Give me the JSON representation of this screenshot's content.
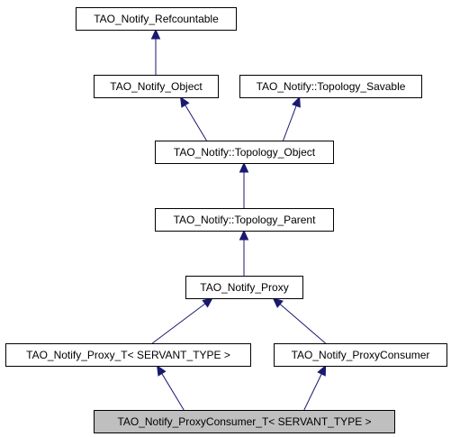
{
  "nodes": [
    {
      "id": "refcountable",
      "label": "TAO_Notify_Refcountable",
      "highlighted": false
    },
    {
      "id": "object",
      "label": "TAO_Notify_Object",
      "highlighted": false
    },
    {
      "id": "topology_savable",
      "label": "TAO_Notify::Topology_Savable",
      "highlighted": false
    },
    {
      "id": "topology_object",
      "label": "TAO_Notify::Topology_Object",
      "highlighted": false
    },
    {
      "id": "topology_parent",
      "label": "TAO_Notify::Topology_Parent",
      "highlighted": false
    },
    {
      "id": "proxy",
      "label": "TAO_Notify_Proxy",
      "highlighted": false
    },
    {
      "id": "proxy_t",
      "label": "TAO_Notify_Proxy_T< SERVANT_TYPE >",
      "highlighted": false
    },
    {
      "id": "proxy_consumer",
      "label": "TAO_Notify_ProxyConsumer",
      "highlighted": false
    },
    {
      "id": "proxy_consumer_t",
      "label": "TAO_Notify_ProxyConsumer_T< SERVANT_TYPE >",
      "highlighted": true
    }
  ],
  "edges": [
    {
      "from": "object",
      "to": "refcountable"
    },
    {
      "from": "topology_object",
      "to": "object"
    },
    {
      "from": "topology_object",
      "to": "topology_savable"
    },
    {
      "from": "topology_parent",
      "to": "topology_object"
    },
    {
      "from": "proxy",
      "to": "topology_parent"
    },
    {
      "from": "proxy_t",
      "to": "proxy"
    },
    {
      "from": "proxy_consumer",
      "to": "proxy"
    },
    {
      "from": "proxy_consumer_t",
      "to": "proxy_t"
    },
    {
      "from": "proxy_consumer_t",
      "to": "proxy_consumer"
    }
  ],
  "colors": {
    "edge": "#191970",
    "highlight_fill": "#bfbfbf",
    "box_stroke": "#000000",
    "box_fill": "#ffffff"
  }
}
